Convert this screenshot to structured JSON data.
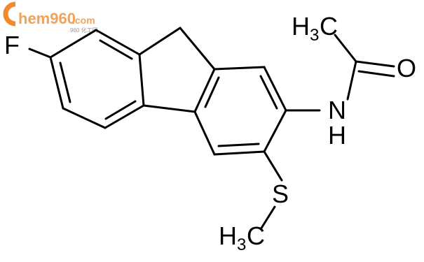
{
  "watermark": {
    "brand": "hem960",
    "domain": ".com",
    "tagline": "960 化工网",
    "logo_color": "#f08a2c"
  },
  "atoms": {
    "fluoro": "F",
    "methyl_acetyl": "H",
    "methyl_acetyl_sub": "3",
    "methyl_acetyl_c": "C",
    "oxygen": "O",
    "nitrogen": "N",
    "nitrogen_h": "H",
    "sulfur": "S",
    "methyl_thio": "H",
    "methyl_thio_sub": "3",
    "methyl_thio_c": "C"
  }
}
